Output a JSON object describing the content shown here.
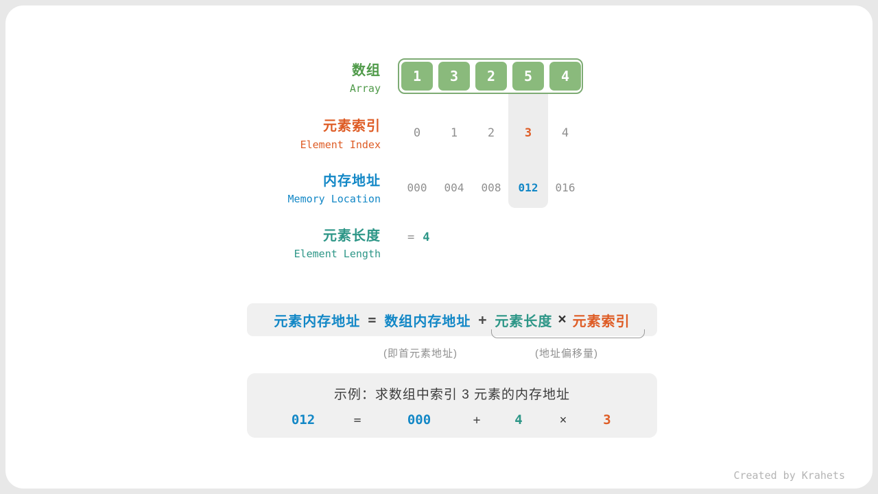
{
  "array": {
    "label_zh": "数组",
    "label_en": "Array",
    "cells": [
      "1",
      "3",
      "2",
      "5",
      "4"
    ]
  },
  "index_row": {
    "label_zh": "元素索引",
    "label_en": "Element Index",
    "values": [
      "0",
      "1",
      "2",
      "3",
      "4"
    ],
    "highlighted_value": "3"
  },
  "memory_row": {
    "label_zh": "内存地址",
    "label_en": "Memory Location",
    "values": [
      "000",
      "004",
      "008",
      "012",
      "016"
    ],
    "highlighted_value": "012"
  },
  "length_row": {
    "label_zh": "元素长度",
    "label_en": "Element Length",
    "eq": "=",
    "value": "4"
  },
  "formula": {
    "result": "元素内存地址",
    "eq": "=",
    "base": "数组内存地址",
    "plus": "+",
    "length": "元素长度",
    "times": "×",
    "index": "元素索引",
    "note_base": "(即首元素地址)",
    "note_offset": "(地址偏移量)"
  },
  "example": {
    "title": "示例：求数组中索引 3 元素的内存地址",
    "result": "012",
    "eq": "=",
    "base": "000",
    "plus": "+",
    "length": "4",
    "times": "×",
    "index": "3"
  },
  "watermark": "Created by Krahets",
  "colors": {
    "background": "#e8e8e8",
    "card": "#ffffff",
    "green_label": "#4f9a49",
    "cell_green": "#8aba7c",
    "cell_border_green": "#7dab73",
    "orange": "#de5c25",
    "blue": "#1287c6",
    "teal": "#2d9687",
    "gray_text": "#8f8f8f",
    "dark_text": "#3c3c3c",
    "box_gray": "#f0f0f0",
    "highlight_column": "#ededed",
    "watermark_gray": "#b4b4b4"
  }
}
